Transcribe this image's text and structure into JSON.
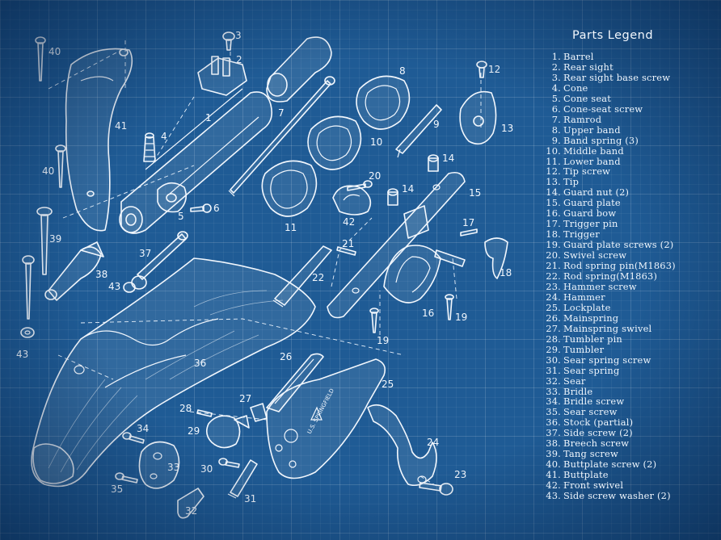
{
  "legend": {
    "title": "Parts Legend",
    "items": [
      {
        "num": "1.",
        "label": "Barrel"
      },
      {
        "num": "2.",
        "label": "Rear sight"
      },
      {
        "num": "3.",
        "label": "Rear sight base screw"
      },
      {
        "num": "4.",
        "label": "Cone"
      },
      {
        "num": "5.",
        "label": "Cone seat"
      },
      {
        "num": "6.",
        "label": "Cone-seat screw"
      },
      {
        "num": "7.",
        "label": "Ramrod"
      },
      {
        "num": "8.",
        "label": "Upper band"
      },
      {
        "num": "9.",
        "label": "Band spring (3)"
      },
      {
        "num": "10.",
        "label": "Middle band"
      },
      {
        "num": "11.",
        "label": "Lower band"
      },
      {
        "num": "12.",
        "label": "Tip screw"
      },
      {
        "num": "13.",
        "label": "Tip"
      },
      {
        "num": "14.",
        "label": "Guard nut (2)"
      },
      {
        "num": "15.",
        "label": "Guard plate"
      },
      {
        "num": "16.",
        "label": "Guard bow"
      },
      {
        "num": "17.",
        "label": "Trigger pin"
      },
      {
        "num": "18.",
        "label": "Trigger"
      },
      {
        "num": "19.",
        "label": "Guard plate screws (2)"
      },
      {
        "num": "20.",
        "label": "Swivel screw"
      },
      {
        "num": "21.",
        "label": "Rod spring pin(M1863)"
      },
      {
        "num": "22.",
        "label": "Rod spring(M1863)"
      },
      {
        "num": "23.",
        "label": "Hammer screw"
      },
      {
        "num": "24.",
        "label": "Hammer"
      },
      {
        "num": "25.",
        "label": "Lockplate"
      },
      {
        "num": "26.",
        "label": "Mainspring"
      },
      {
        "num": "27.",
        "label": "Mainspring swivel"
      },
      {
        "num": "28.",
        "label": "Tumbler pin"
      },
      {
        "num": "29.",
        "label": "Tumbler"
      },
      {
        "num": "30.",
        "label": "Sear spring screw"
      },
      {
        "num": "31.",
        "label": "Sear spring"
      },
      {
        "num": "32.",
        "label": "Sear"
      },
      {
        "num": "33.",
        "label": "Bridle"
      },
      {
        "num": "34.",
        "label": "Bridle screw"
      },
      {
        "num": "35.",
        "label": "Sear screw"
      },
      {
        "num": "36.",
        "label": "Stock (partial)"
      },
      {
        "num": "37.",
        "label": "Side screw (2)"
      },
      {
        "num": "38.",
        "label": "Breech screw"
      },
      {
        "num": "39.",
        "label": "Tang screw"
      },
      {
        "num": "40.",
        "label": "Buttplate screw (2)"
      },
      {
        "num": "41.",
        "label": "Buttplate"
      },
      {
        "num": "42.",
        "label": "Front swivel"
      },
      {
        "num": "43.",
        "label": "Side screw washer (2)"
      }
    ]
  },
  "callouts": [
    "1",
    "2",
    "3",
    "4",
    "5",
    "6",
    "7",
    "8",
    "9",
    "10",
    "11",
    "12",
    "13",
    "14",
    "14",
    "15",
    "16",
    "17",
    "18",
    "19",
    "19",
    "20",
    "21",
    "22",
    "23",
    "24",
    "25",
    "26",
    "27",
    "28",
    "29",
    "30",
    "31",
    "32",
    "33",
    "34",
    "35",
    "36",
    "37",
    "38",
    "39",
    "40",
    "40",
    "41",
    "42",
    "43",
    "43"
  ],
  "lockplate_marking": "U.S. SPRINGFIELD"
}
